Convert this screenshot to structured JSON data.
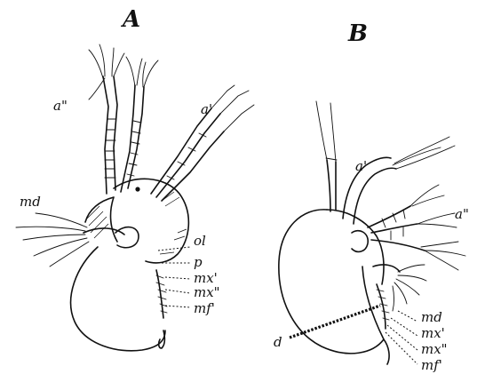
{
  "figure_a": {
    "panel_label": "A",
    "labels": {
      "second_antenna": "a\"",
      "first_antenna": "a'",
      "mandible": "md",
      "ol": "ol",
      "p": "p",
      "mx1": "mx'",
      "mx2": "mx\"",
      "mf1": "mf'"
    }
  },
  "figure_b": {
    "panel_label": "B",
    "labels": {
      "first_antenna": "a'",
      "second_antenna": "a\"",
      "mandible": "md",
      "mx1": "mx'",
      "mx2": "mx\"",
      "mf1": "mf'",
      "d": "d"
    }
  }
}
